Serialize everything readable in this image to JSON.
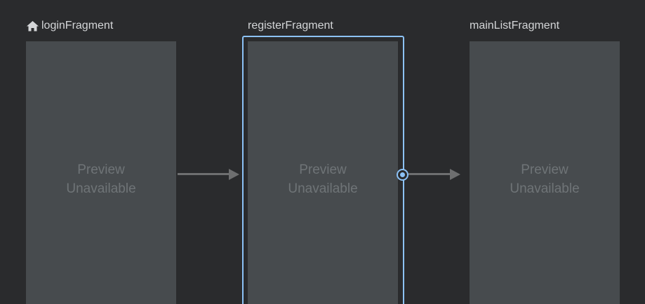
{
  "destinations": [
    {
      "title": "loginFragment",
      "is_start_destination": true,
      "icon": "home-icon",
      "preview": {
        "line1": "Preview",
        "line2": "Unavailable"
      }
    },
    {
      "title": "registerFragment",
      "is_start_destination": false,
      "selected": true,
      "preview": {
        "line1": "Preview",
        "line2": "Unavailable"
      }
    },
    {
      "title": "mainListFragment",
      "is_start_destination": false,
      "preview": {
        "line1": "Preview",
        "line2": "Unavailable"
      }
    }
  ],
  "actions": [
    {
      "from": "loginFragment",
      "to": "registerFragment"
    },
    {
      "from": "registerFragment",
      "to": "mainListFragment"
    }
  ],
  "colors": {
    "canvas": "#2a2b2d",
    "frame": "#474b4e",
    "selection": "#8cc2f6",
    "arrow": "#6e6f70"
  }
}
